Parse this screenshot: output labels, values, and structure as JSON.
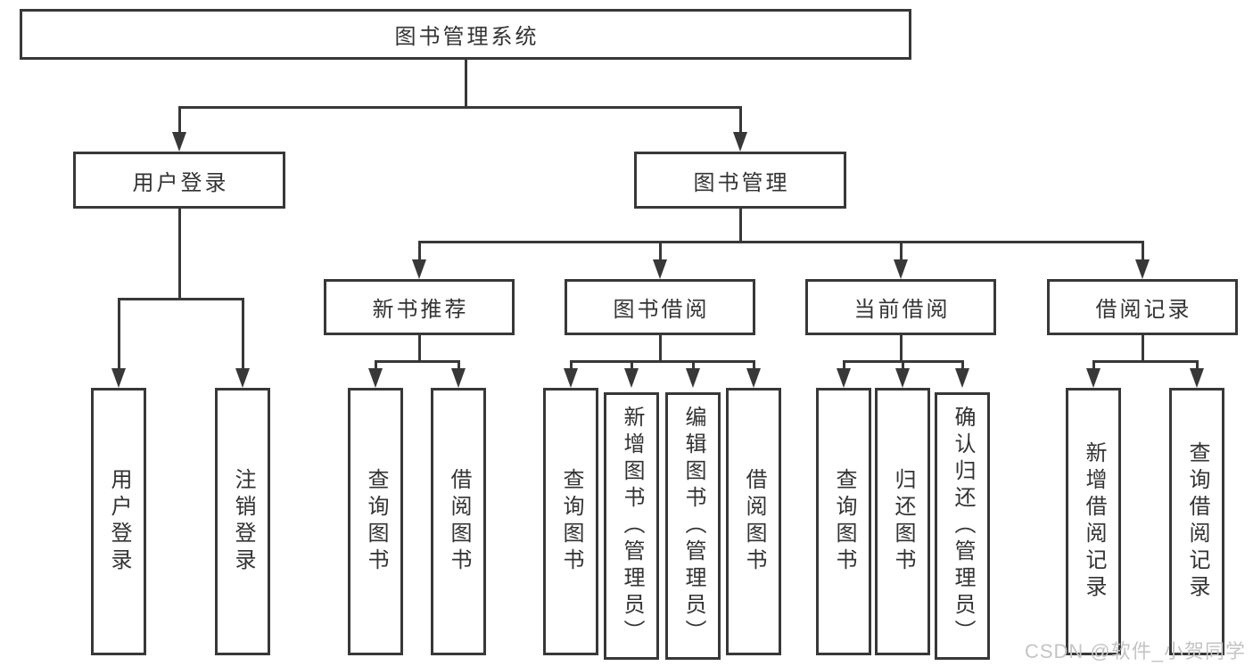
{
  "tree": {
    "root": {
      "label": "图书管理系统"
    },
    "level1": [
      {
        "label": "用户登录"
      },
      {
        "label": "图书管理"
      }
    ],
    "level2": [
      {
        "label": "新书推荐"
      },
      {
        "label": "图书借阅"
      },
      {
        "label": "当前借阅"
      },
      {
        "label": "借阅记录"
      }
    ],
    "leaves": {
      "userLogin": [
        "用户登录",
        "注销登录"
      ],
      "newBook": [
        "查询图书",
        "借阅图书"
      ],
      "bookBorrow": [
        "查询图书",
        "新增图书（管理员）",
        "编辑图书（管理员）",
        "借阅图书"
      ],
      "currentBorrow": [
        "查询图书",
        "归还图书",
        "确认归还（管理员）"
      ],
      "borrowRecord": [
        "新增借阅记录",
        "查询借阅记录"
      ]
    }
  },
  "watermark": "CSDN @软件_小贺同学",
  "colors": {
    "line": "#383838",
    "text": "#333333",
    "box_background": "#ffffff",
    "watermark": "#c4c4c4"
  }
}
